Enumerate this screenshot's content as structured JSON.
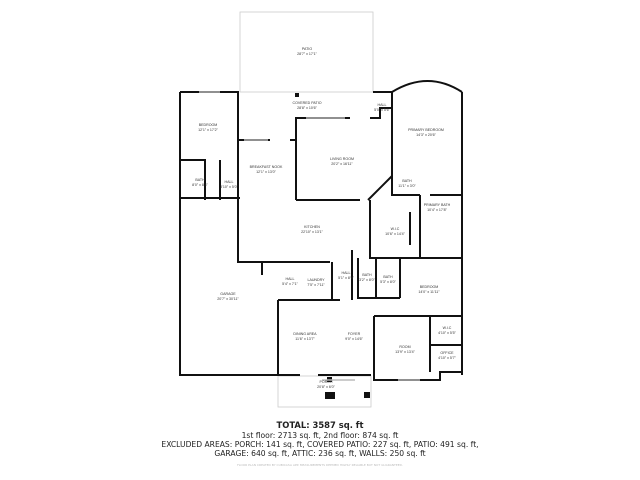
{
  "rooms": [
    {
      "name": "PATIO",
      "dims": "28'7\" x 17'1\""
    },
    {
      "name": "COVERED PATIO",
      "dims": "28'8\" x 10'6\""
    },
    {
      "name": "HALL",
      "dims": "5'0\" x 5'6\""
    },
    {
      "name": "PRIMARY BEDROOM",
      "dims": "14'3\" x 20'6\""
    },
    {
      "name": "BEDROOM",
      "dims": "12'1\" x 17'2\""
    },
    {
      "name": "BREAKFAST NOOK",
      "dims": "12'1\" x 13'0\""
    },
    {
      "name": "LIVING ROOM",
      "dims": "20'2\" x 16'11\""
    },
    {
      "name": "BATH",
      "dims": "8'0\" x 8'4\""
    },
    {
      "name": "HALL",
      "dims": "3'10\" x 5'0\""
    },
    {
      "name": "BATH",
      "dims": "11'1\" x 3'0\""
    },
    {
      "name": "PRIMARY BATH",
      "dims": "10'4\" x 17'8\""
    },
    {
      "name": "W.I.C",
      "dims": "10'6\" x 14'4\""
    },
    {
      "name": "KITCHEN",
      "dims": "22'10\" x 13'1\""
    },
    {
      "name": "GARAGE",
      "dims": "20'7\" x 30'11\""
    },
    {
      "name": "HALL",
      "dims": "5'4\" x 7'1\""
    },
    {
      "name": "LAUNDRY",
      "dims": "7'5\" x 7'11\""
    },
    {
      "name": "HALL",
      "dims": "5'1\" x 8'9\""
    },
    {
      "name": "BATH",
      "dims": "3'2\" x 8'0\""
    },
    {
      "name": "BATH",
      "dims": "5'3\" x 8'0\""
    },
    {
      "name": "BEDROOM",
      "dims": "14'0\" x 11'11\""
    },
    {
      "name": "DINING AREA",
      "dims": "11'6\" x 13'7\""
    },
    {
      "name": "FOYER",
      "dims": "9'0\" x 14'6\""
    },
    {
      "name": "ROOM",
      "dims": "13'9\" x 13'4\""
    },
    {
      "name": "W.I.C",
      "dims": "4'10\" x 5'5\""
    },
    {
      "name": "OFFICE",
      "dims": "4'10\" x 5'7\""
    },
    {
      "name": "PORCH",
      "dims": "20'8\" x 6'0\""
    }
  ],
  "summary": {
    "total": "TOTAL: 3587 sq. ft",
    "floors": "1st floor: 2713 sq. ft, 2nd floor: 874 sq. ft",
    "excluded_1": "EXCLUDED AREAS: PORCH: 141 sq. ft, COVERED PATIO: 227 sq. ft, PATIO: 491 sq. ft,",
    "excluded_2": "GARAGE: 640 sq. ft, ATTIC: 236 sq. ft, WALLS: 250 sq. ft",
    "disclaimer": "FLOOR PLAN CREATED BY CUBICASA APP. MEASUREMENTS DEEMED HIGHLY RELIABLE BUT NOT GUARANTEED."
  }
}
